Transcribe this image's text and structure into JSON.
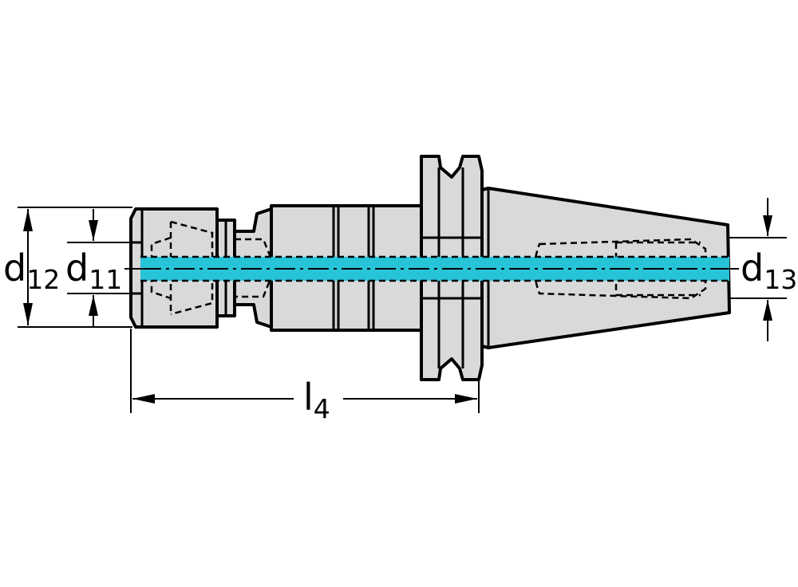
{
  "colors": {
    "body_fill": "#d9d9d9",
    "coolant_channel": "#27c3d6",
    "line": "#000000",
    "background": "#ffffff"
  },
  "labels": {
    "d12": {
      "main": "d",
      "sub": "12"
    },
    "d11": {
      "main": "d",
      "sub": "11"
    },
    "d13": {
      "main": "d",
      "sub": "13"
    },
    "l4": {
      "main": "l",
      "sub": "4"
    }
  }
}
